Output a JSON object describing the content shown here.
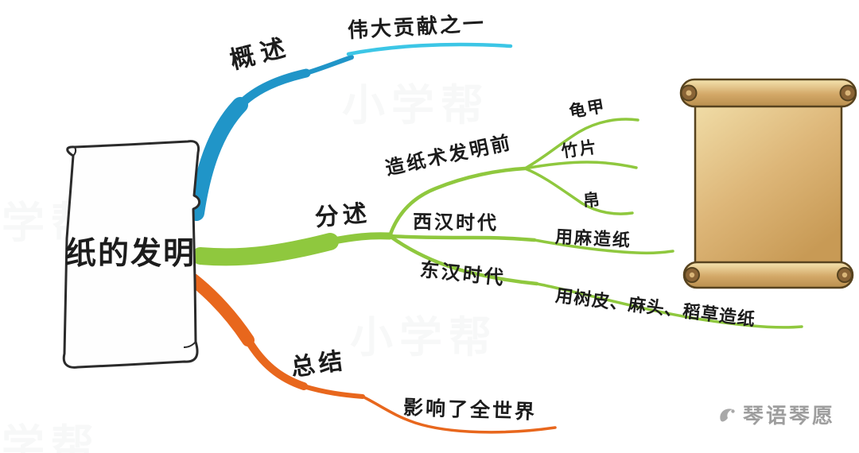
{
  "page": {
    "background_watermark": "小学帮",
    "brand": "琴语琴愿"
  },
  "colors": {
    "overview_branch": "#2095c8",
    "overview_underline": "#3cc6e6",
    "detail_branch": "#8fc83e",
    "summary_branch": "#e8671d",
    "text": "#1c1c1c",
    "scroll_parchment": "#ddb678",
    "brand_gray": "#9e9e9e"
  },
  "mindmap": {
    "root": {
      "label": "纸的发明"
    },
    "branches": [
      {
        "label": "概述",
        "children": [
          {
            "label": "伟大贡献之一"
          }
        ]
      },
      {
        "label": "分述",
        "children": [
          {
            "label": "造纸术发明前",
            "children": [
              {
                "label": "龟甲"
              },
              {
                "label": "竹片"
              },
              {
                "label": "帛"
              }
            ]
          },
          {
            "label": "西汉时代",
            "children": [
              {
                "label": "用麻造纸"
              }
            ]
          },
          {
            "label": "东汉时代",
            "children": [
              {
                "label": "用树皮、麻头、稻草造纸"
              }
            ]
          }
        ]
      },
      {
        "label": "总结",
        "children": [
          {
            "label": "影响了全世界"
          }
        ]
      }
    ]
  }
}
